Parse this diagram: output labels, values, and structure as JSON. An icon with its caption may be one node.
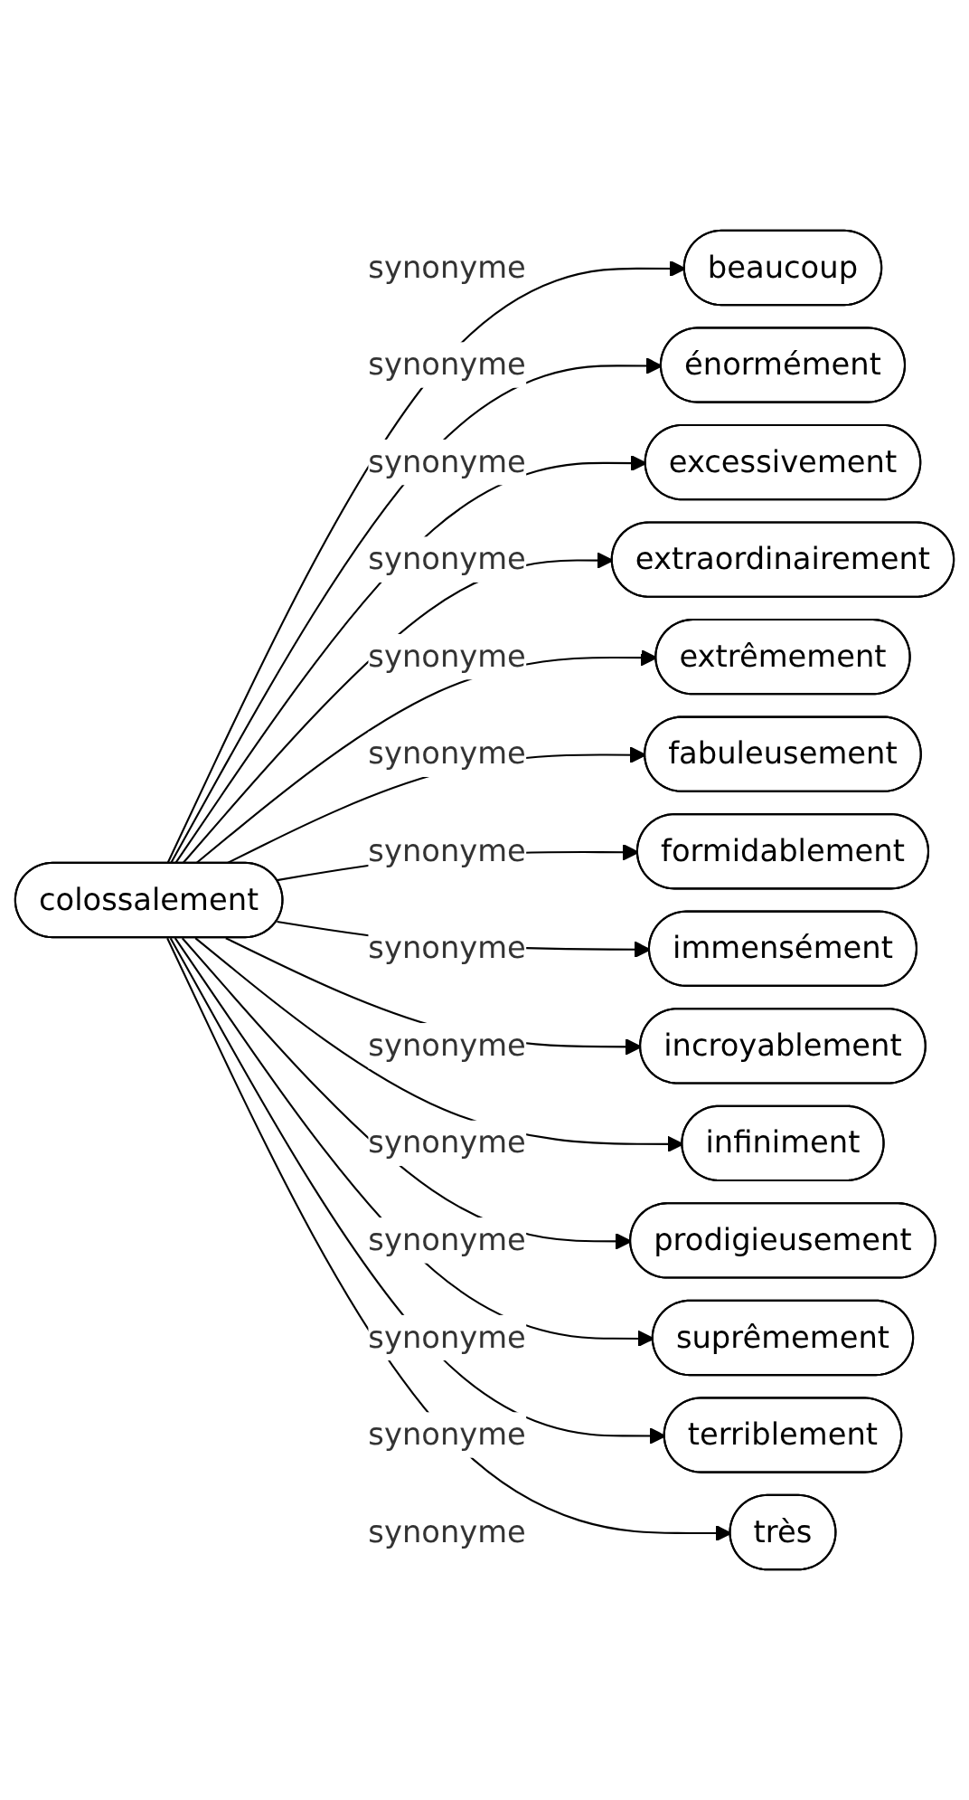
{
  "diagram": {
    "nodes": [
      {
        "text": [
          "colossalement"
        ]
      },
      {
        "text": [
          "beaucoup"
        ]
      },
      {
        "text": [
          "énormément"
        ]
      },
      {
        "text": [
          "excessivement"
        ]
      },
      {
        "text": [
          "extraordinairement"
        ]
      },
      {
        "text": [
          "extrêmement"
        ]
      },
      {
        "text": [
          "fabuleusement"
        ]
      },
      {
        "text": [
          "formidablement"
        ]
      },
      {
        "text": [
          "immensément"
        ]
      },
      {
        "text": [
          "incroyablement"
        ]
      },
      {
        "text": [
          "infiniment"
        ]
      },
      {
        "text": [
          "prodigieusement"
        ]
      },
      {
        "text": [
          "suprêmement"
        ]
      },
      {
        "text": [
          "terriblement"
        ]
      },
      {
        "text": [
          "très"
        ]
      }
    ],
    "edges": [
      {
        "from": 0,
        "to": 1,
        "arrow": "to",
        "label": "synonyme"
      },
      {
        "from": 0,
        "to": 2,
        "arrow": "to",
        "label": "synonyme"
      },
      {
        "from": 0,
        "to": 3,
        "arrow": "to",
        "label": "synonyme"
      },
      {
        "from": 0,
        "to": 4,
        "arrow": "to",
        "label": "synonyme"
      },
      {
        "from": 0,
        "to": 5,
        "arrow": "to",
        "label": "synonyme"
      },
      {
        "from": 0,
        "to": 6,
        "arrow": "to",
        "label": "synonyme"
      },
      {
        "from": 0,
        "to": 7,
        "arrow": "to",
        "label": "synonyme"
      },
      {
        "from": 0,
        "to": 8,
        "arrow": "to",
        "label": "synonyme"
      },
      {
        "from": 0,
        "to": 9,
        "arrow": "to",
        "label": "synonyme"
      },
      {
        "from": 0,
        "to": 10,
        "arrow": "to",
        "label": "synonyme"
      },
      {
        "from": 0,
        "to": 11,
        "arrow": "to",
        "label": "synonyme"
      },
      {
        "from": 0,
        "to": 12,
        "arrow": "to",
        "label": "synonyme"
      },
      {
        "from": 0,
        "to": 13,
        "arrow": "to",
        "label": "synonyme"
      },
      {
        "from": 0,
        "to": 14,
        "arrow": "to",
        "label": "synonyme"
      }
    ]
  }
}
